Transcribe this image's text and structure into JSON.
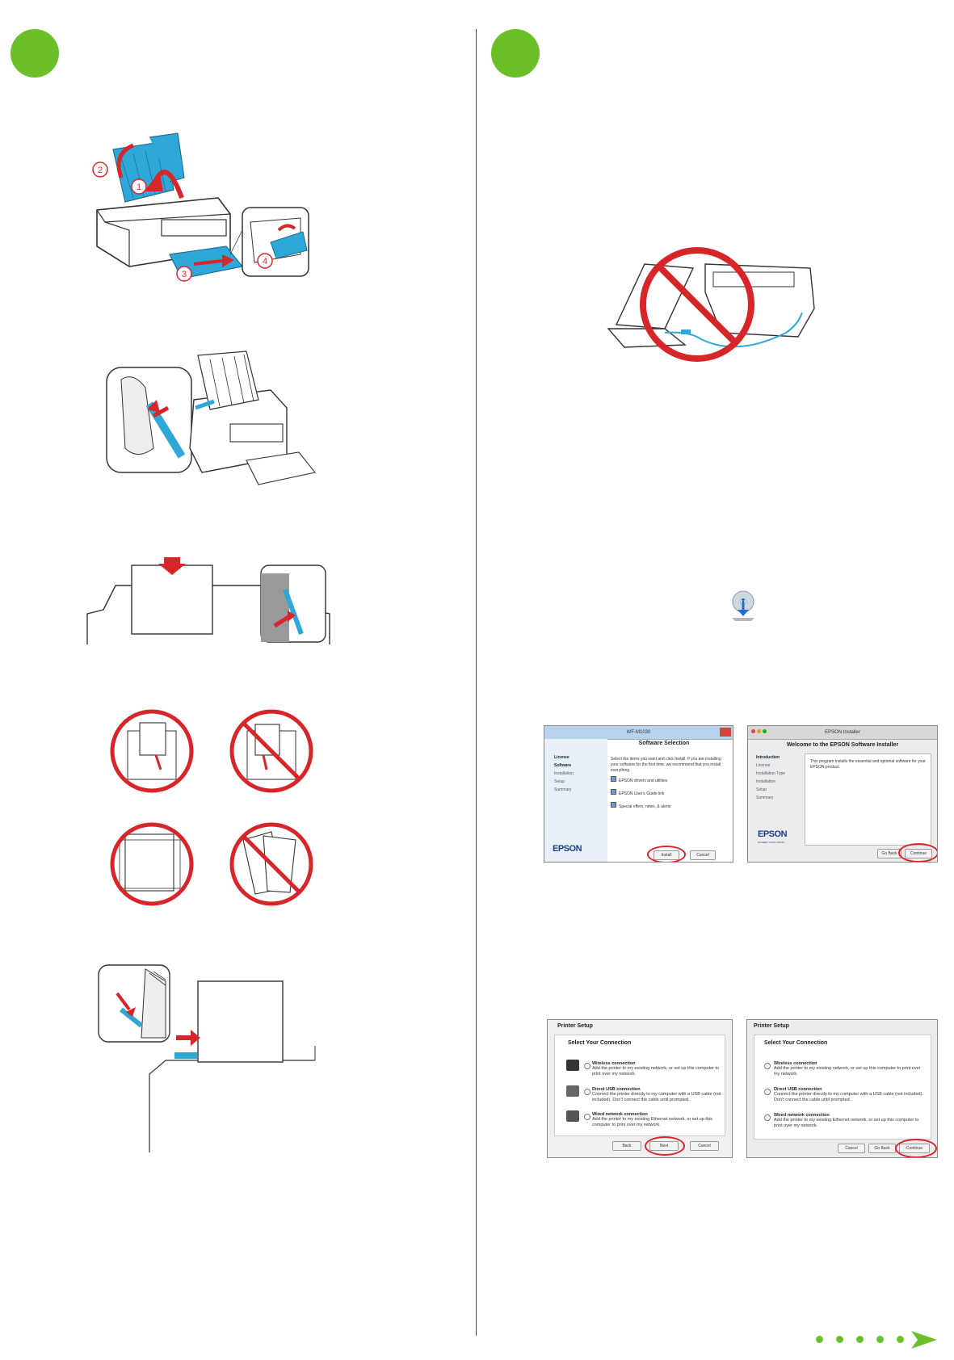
{
  "colors": {
    "accent_green": "#6bc02a",
    "paper_blue": "#2fa8d8",
    "prohibit_red": "#d7262a",
    "epson_blue": "#1b3e8c"
  },
  "icons": [
    "step-circle",
    "printer-illustration",
    "no-usb-icon",
    "install-cd-icon",
    "next-page-arrow-icon"
  ],
  "callouts": {
    "c1": "1",
    "c2": "2",
    "c3": "3",
    "c4": "4"
  },
  "windows_installer": {
    "title": "WF-M1030",
    "heading": "Software Selection",
    "sidebar": [
      "License",
      "Software",
      "Installation",
      "Setup",
      "Summary"
    ],
    "intro": "Select the items you want and click Install. If you are installing your software for the first time, we recommend that you install everything.",
    "checkboxes": [
      "EPSON drivers and utilities",
      "EPSON User's Guide link",
      "Special offers, news, & alerts"
    ],
    "install_button": "Install",
    "cancel_button": "Cancel",
    "logo": "EPSON"
  },
  "mac_installer": {
    "title": "EPSON Installer",
    "heading": "Welcome to the EPSON Software Installer",
    "sidebar": [
      "Introduction",
      "License",
      "Installation Type",
      "Installation",
      "Setup",
      "Summary"
    ],
    "body": "This program installs the essential and optional software for your EPSON product.",
    "logo": "EPSON",
    "logo_tagline": "EXCEED YOUR VISION",
    "goback_button": "Go Back",
    "continue_button": "Continue"
  },
  "printer_setup_win": {
    "title": "Printer Setup",
    "heading": "Select Your Connection",
    "options": [
      {
        "title": "Wireless connection",
        "desc": "Add the printer to my existing network, or set up this computer to print over my network."
      },
      {
        "title": "Direct USB connection",
        "desc": "Connect the printer directly to my computer with a USB cable (not included). Don't connect the cable until prompted."
      },
      {
        "title": "Wired network connection",
        "desc": "Add the printer to my existing Ethernet network, or set up this computer to print over my network."
      }
    ],
    "back_button": "Back",
    "next_button": "Next",
    "cancel_button": "Cancel"
  },
  "printer_setup_mac": {
    "title": "Printer Setup",
    "heading": "Select Your Connection",
    "options": [
      {
        "title": "Wireless connection",
        "desc": "Add the printer to my existing network, or set up this computer to print over my network."
      },
      {
        "title": "Direct USB connection",
        "desc": "Connect the printer directly to my computer with a USB cable (not included). Don't connect the cable until prompted."
      },
      {
        "title": "Wired network connection",
        "desc": "Add the printer to my existing Ethernet network, or set up this computer to print over my network."
      }
    ],
    "cancel_button": "Cancel",
    "goback_button": "Go Back",
    "continue_button": "Continue"
  }
}
